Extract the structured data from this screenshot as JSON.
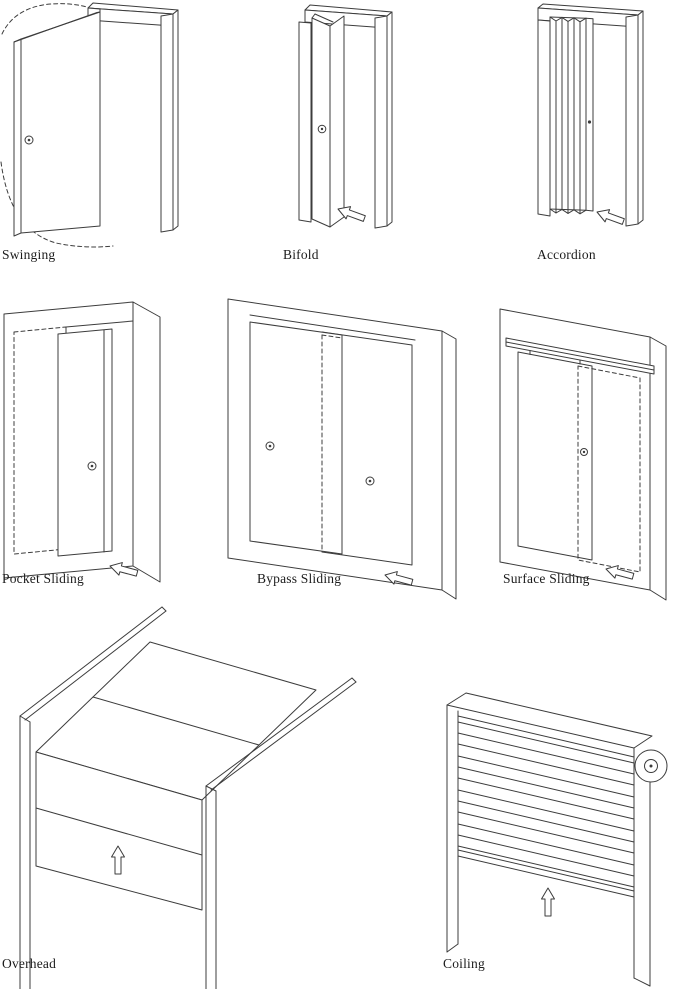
{
  "page": {
    "background": "#ffffff",
    "line_color": "#3c3c3c",
    "label_color": "#1b1b1b"
  },
  "figures": [
    {
      "id": "swinging",
      "label": "Swinging"
    },
    {
      "id": "bifold",
      "label": "Bifold"
    },
    {
      "id": "accordion",
      "label": "Accordion"
    },
    {
      "id": "pocket-sliding",
      "label": "Pocket Sliding"
    },
    {
      "id": "bypass-sliding",
      "label": "Bypass Sliding"
    },
    {
      "id": "surface-sliding",
      "label": "Surface Sliding"
    },
    {
      "id": "overhead",
      "label": "Overhead"
    },
    {
      "id": "coiling",
      "label": "Coiling"
    }
  ]
}
